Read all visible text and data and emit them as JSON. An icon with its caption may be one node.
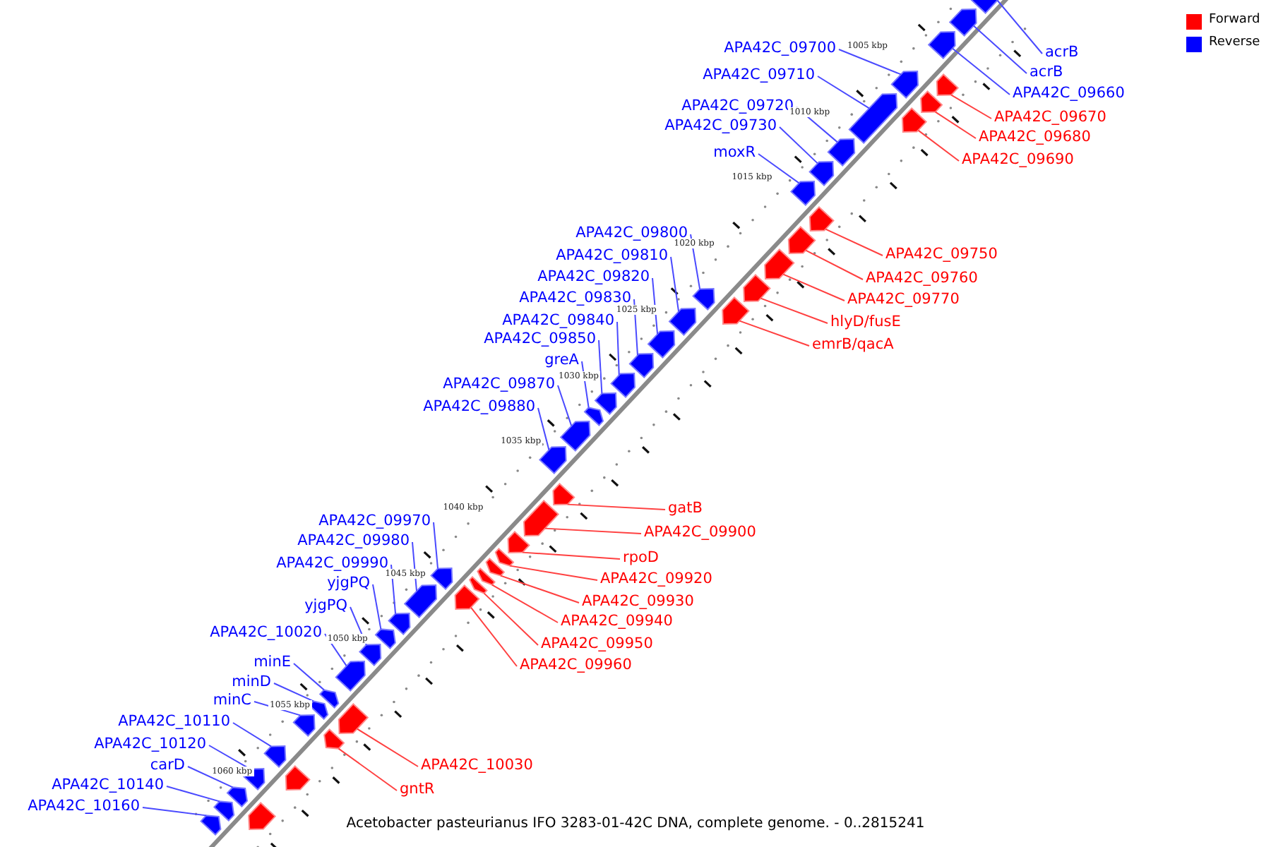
{
  "diagram": {
    "caption": "Acetobacter pasteurianus IFO 3283-01-42C DNA, complete genome. - 0..2815241",
    "nodes": [
      {
        "text": [
          "acrB"
        ]
      },
      {
        "text": [],
        "shape": "arrow"
      },
      {
        "text": [
          "acrB"
        ]
      },
      {
        "text": [],
        "shape": "arrow"
      },
      {
        "text": [
          "APA42C_09660"
        ]
      },
      {
        "text": [],
        "shape": "arrow"
      },
      {
        "text": [
          "APA42C_09700"
        ]
      },
      {
        "text": [],
        "shape": "arrow"
      },
      {
        "text": [
          "APA42C_09670"
        ]
      },
      {
        "text": [],
        "shape": "arrow"
      },
      {
        "text": [
          "APA42C_09680"
        ]
      },
      {
        "text": [],
        "shape": "arrow"
      },
      {
        "text": [
          "APA42C_09690"
        ]
      },
      {
        "text": [],
        "shape": "arrow"
      },
      {
        "text": [
          "APA42C_09710"
        ]
      },
      {
        "text": [],
        "shape": "arrow"
      },
      {
        "text": [
          "APA42C_09720"
        ]
      },
      {
        "text": [],
        "shape": "arrow"
      },
      {
        "text": [
          "APA42C_09730"
        ]
      },
      {
        "text": [],
        "shape": "arrow"
      },
      {
        "text": [
          "moxR"
        ]
      },
      {
        "text": [],
        "shape": "arrow"
      },
      {
        "text": [
          "APA42C_09800"
        ]
      },
      {
        "text": [],
        "shape": "arrow"
      },
      {
        "text": [
          "APA42C_09750"
        ]
      },
      {
        "text": [],
        "shape": "arrow"
      },
      {
        "text": [
          "APA42C_09810"
        ]
      },
      {
        "text": [],
        "shape": "arrow"
      },
      {
        "text": [
          "APA42C_09760"
        ]
      },
      {
        "text": [],
        "shape": "arrow"
      },
      {
        "text": [
          "APA42C_09820"
        ]
      },
      {
        "text": [],
        "shape": "arrow"
      },
      {
        "text": [
          "APA42C_09770"
        ]
      },
      {
        "text": [],
        "shape": "arrow"
      },
      {
        "text": [
          "APA42C_09830"
        ]
      },
      {
        "text": [],
        "shape": "arrow"
      },
      {
        "text": [
          "APA42C_09840"
        ]
      },
      {
        "text": [],
        "shape": "arrow"
      },
      {
        "text": [
          "hlyD/fusE"
        ]
      },
      {
        "text": [],
        "shape": "arrow"
      },
      {
        "text": [
          "APA42C_09850"
        ]
      },
      {
        "text": [],
        "shape": "arrow"
      },
      {
        "text": [
          "emrB/qacA"
        ]
      },
      {
        "text": [],
        "shape": "arrow"
      },
      {
        "text": [
          "greA"
        ]
      },
      {
        "text": [],
        "shape": "arrow"
      },
      {
        "text": [
          "APA42C_09870"
        ]
      },
      {
        "text": [],
        "shape": "arrow"
      },
      {
        "text": [
          "APA42C_09880"
        ]
      },
      {
        "text": [],
        "shape": "arrow"
      },
      {
        "text": [
          "gatB"
        ]
      },
      {
        "text": [],
        "shape": "arrow"
      },
      {
        "text": [
          "APA42C_09970"
        ]
      },
      {
        "text": [],
        "shape": "arrow"
      },
      {
        "text": [
          "APA42C_09900"
        ]
      },
      {
        "text": [],
        "shape": "arrow"
      },
      {
        "text": [
          "APA42C_09980"
        ]
      },
      {
        "text": [],
        "shape": "arrow"
      },
      {
        "text": [
          "rpoD"
        ]
      },
      {
        "text": [],
        "shape": "arrow"
      },
      {
        "text": [
          "APA42C_09990"
        ]
      },
      {
        "text": [],
        "shape": "arrow"
      },
      {
        "text": [
          "APA42C_09920"
        ]
      },
      {
        "text": [],
        "shape": "arrow"
      },
      {
        "text": [
          "yjgPQ"
        ]
      },
      {
        "text": [],
        "shape": "arrow"
      },
      {
        "text": [
          "APA42C_09930"
        ]
      },
      {
        "text": [],
        "shape": "arrow"
      },
      {
        "text": [
          "yjgPQ"
        ]
      },
      {
        "text": [],
        "shape": "arrow"
      },
      {
        "text": [
          "APA42C_09940"
        ]
      },
      {
        "text": [],
        "shape": "arrow"
      },
      {
        "text": [
          "APA42C_10020"
        ]
      },
      {
        "text": [],
        "shape": "arrow"
      },
      {
        "text": [
          "APA42C_09950"
        ]
      },
      {
        "text": [],
        "shape": "arrow"
      },
      {
        "text": [
          "minE"
        ]
      },
      {
        "text": [],
        "shape": "arrow"
      },
      {
        "text": [
          "APA42C_09960"
        ]
      },
      {
        "text": [],
        "shape": "arrow"
      },
      {
        "text": [
          "minD"
        ]
      },
      {
        "text": [],
        "shape": "arrow"
      },
      {
        "text": [
          "minC"
        ]
      },
      {
        "text": [],
        "shape": "arrow"
      },
      {
        "text": [
          "APA42C_10110"
        ]
      },
      {
        "text": [],
        "shape": "arrow"
      },
      {
        "text": [
          "APA42C_10120"
        ]
      },
      {
        "text": [],
        "shape": "arrow"
      },
      {
        "text": [
          "APA42C_10030"
        ]
      },
      {
        "text": [],
        "shape": "arrow"
      },
      {
        "text": [
          "carD"
        ]
      },
      {
        "text": [],
        "shape": "arrow"
      },
      {
        "text": [
          "APA42C_10140"
        ]
      },
      {
        "text": [],
        "shape": "arrow"
      },
      {
        "text": [
          "gntR"
        ]
      },
      {
        "text": [],
        "shape": "arrow"
      },
      {
        "text": [
          "APA42C_10160"
        ]
      },
      {
        "text": [],
        "shape": "arrow"
      },
      {
        "text": [],
        "shape": "arrow"
      },
      {
        "text": [],
        "shape": "arrow"
      }
    ],
    "edges": [
      {
        "from": 0,
        "to": 1,
        "arrow": "none"
      },
      {
        "from": 2,
        "to": 3,
        "arrow": "none"
      },
      {
        "from": 4,
        "to": 5,
        "arrow": "none"
      },
      {
        "from": 6,
        "to": 7,
        "arrow": "none"
      },
      {
        "from": 8,
        "to": 9,
        "arrow": "none",
        "color": "#ff4040"
      },
      {
        "from": 10,
        "to": 11,
        "arrow": "none",
        "color": "#ff4040"
      },
      {
        "from": 12,
        "to": 13,
        "arrow": "none",
        "color": "#ff4040"
      },
      {
        "from": 14,
        "to": 15,
        "arrow": "none"
      },
      {
        "from": 16,
        "to": 17,
        "arrow": "none"
      },
      {
        "from": 18,
        "to": 19,
        "arrow": "none"
      },
      {
        "from": 20,
        "to": 21,
        "arrow": "none"
      },
      {
        "from": 22,
        "to": 23,
        "arrow": "none"
      },
      {
        "from": 24,
        "to": 25,
        "arrow": "none",
        "color": "#ff4040"
      },
      {
        "from": 26,
        "to": 27,
        "arrow": "none"
      },
      {
        "from": 28,
        "to": 29,
        "arrow": "none",
        "color": "#ff4040"
      },
      {
        "from": 30,
        "to": 31,
        "arrow": "none"
      },
      {
        "from": 32,
        "to": 33,
        "arrow": "none",
        "color": "#ff4040"
      },
      {
        "from": 34,
        "to": 35,
        "arrow": "none"
      },
      {
        "from": 36,
        "to": 37,
        "arrow": "none"
      },
      {
        "from": 38,
        "to": 39,
        "arrow": "none",
        "color": "#ff4040"
      },
      {
        "from": 40,
        "to": 41,
        "arrow": "none"
      },
      {
        "from": 42,
        "to": 43,
        "arrow": "none",
        "color": "#ff4040"
      },
      {
        "from": 44,
        "to": 45,
        "arrow": "none"
      },
      {
        "from": 46,
        "to": 47,
        "arrow": "none"
      },
      {
        "from": 48,
        "to": 49,
        "arrow": "none"
      },
      {
        "from": 50,
        "to": 51,
        "arrow": "none",
        "color": "#ff4040"
      },
      {
        "from": 52,
        "to": 53,
        "arrow": "none"
      },
      {
        "from": 54,
        "to": 55,
        "arrow": "none",
        "color": "#ff4040"
      },
      {
        "from": 56,
        "to": 57,
        "arrow": "none"
      },
      {
        "from": 58,
        "to": 59,
        "arrow": "none",
        "color": "#ff4040"
      },
      {
        "from": 60,
        "to": 61,
        "arrow": "none"
      },
      {
        "from": 62,
        "to": 63,
        "arrow": "none",
        "color": "#ff4040"
      },
      {
        "from": 64,
        "to": 65,
        "arrow": "none"
      },
      {
        "from": 66,
        "to": 67,
        "arrow": "none",
        "color": "#ff4040"
      },
      {
        "from": 68,
        "to": 69,
        "arrow": "none"
      },
      {
        "from": 70,
        "to": 71,
        "arrow": "none",
        "color": "#ff4040"
      },
      {
        "from": 72,
        "to": 73,
        "arrow": "none"
      },
      {
        "from": 74,
        "to": 75,
        "arrow": "none",
        "color": "#ff4040"
      },
      {
        "from": 76,
        "to": 77,
        "arrow": "none"
      },
      {
        "from": 78,
        "to": 79,
        "arrow": "none",
        "color": "#ff4040"
      },
      {
        "from": 80,
        "to": 81,
        "arrow": "none"
      },
      {
        "from": 82,
        "to": 83,
        "arrow": "none"
      },
      {
        "from": 84,
        "to": 85,
        "arrow": "none"
      },
      {
        "from": 86,
        "to": 87,
        "arrow": "none"
      },
      {
        "from": 88,
        "to": 89,
        "arrow": "none",
        "color": "#ff4040"
      },
      {
        "from": 90,
        "to": 91,
        "arrow": "none"
      },
      {
        "from": 92,
        "to": 93,
        "arrow": "none"
      },
      {
        "from": 94,
        "to": 95,
        "arrow": "none",
        "color": "#ff4040"
      },
      {
        "from": 96,
        "to": 97,
        "arrow": "none"
      }
    ],
    "labels": [
      "1005 kbp",
      "1010 kbp",
      "1015 kbp",
      "1020 kbp",
      "1025 kbp",
      "1030 kbp",
      "1035 kbp",
      "1040 kbp",
      "1045 kbp",
      "1050 kbp",
      "1055 kbp",
      "1060 kbp"
    ],
    "legend": [
      {
        "text": "Forward",
        "color": "#ff0000"
      },
      {
        "text": "Reverse",
        "color": "#0000ff"
      }
    ]
  }
}
